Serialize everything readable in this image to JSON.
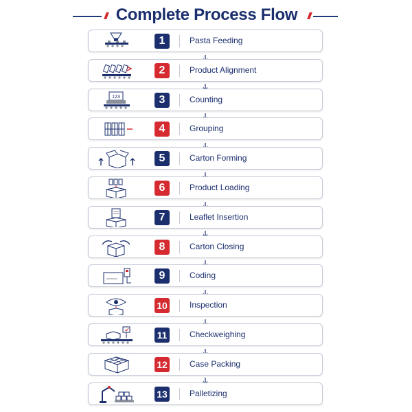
{
  "title": "Complete Process Flow",
  "colors": {
    "navy": "#1b2f6e",
    "red": "#d42a30"
  },
  "steps": [
    {
      "number": "1",
      "label": "Pasta Feeding",
      "badge_color": "blue",
      "icon": "hopper-conveyor-icon"
    },
    {
      "number": "2",
      "label": "Product Alignment",
      "badge_color": "red",
      "icon": "alignment-conveyor-icon"
    },
    {
      "number": "3",
      "label": "Counting",
      "badge_color": "blue",
      "icon": "counter-machine-icon"
    },
    {
      "number": "4",
      "label": "Grouping",
      "badge_color": "red",
      "icon": "grouped-packs-icon"
    },
    {
      "number": "5",
      "label": "Carton Forming",
      "badge_color": "blue",
      "icon": "carton-forming-icon"
    },
    {
      "number": "6",
      "label": "Product Loading",
      "badge_color": "red",
      "icon": "product-loading-icon"
    },
    {
      "number": "7",
      "label": "Leaflet Insertion",
      "badge_color": "blue",
      "icon": "leaflet-insertion-icon"
    },
    {
      "number": "8",
      "label": "Carton Closing",
      "badge_color": "red",
      "icon": "carton-closing-icon"
    },
    {
      "number": "9",
      "label": "Coding",
      "badge_color": "blue",
      "icon": "coding-printer-icon"
    },
    {
      "number": "10",
      "label": "Inspection",
      "badge_color": "red",
      "icon": "inspection-eye-icon"
    },
    {
      "number": "11",
      "label": "Checkweighing",
      "badge_color": "blue",
      "icon": "checkweigher-icon"
    },
    {
      "number": "12",
      "label": "Case Packing",
      "badge_color": "red",
      "icon": "case-packing-icon"
    },
    {
      "number": "13",
      "label": "Palletizing",
      "badge_color": "blue",
      "icon": "robot-palletizer-icon"
    }
  ]
}
